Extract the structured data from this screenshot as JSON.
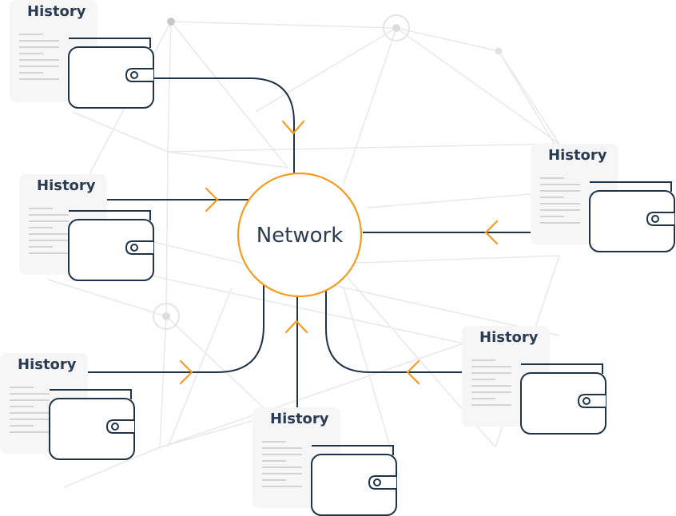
{
  "center": {
    "label": "Network"
  },
  "wallets": [
    {
      "id": "top-left",
      "label": "History",
      "direction": "to-network"
    },
    {
      "id": "mid-left",
      "label": "History",
      "direction": "to-network"
    },
    {
      "id": "bottom-left",
      "label": "History",
      "direction": "from-network"
    },
    {
      "id": "bottom-center",
      "label": "History",
      "direction": "from-network"
    },
    {
      "id": "bottom-right",
      "label": "History",
      "direction": "from-network"
    },
    {
      "id": "right",
      "label": "History",
      "direction": "from-network"
    }
  ],
  "colors": {
    "accent": "#f39c1f",
    "line": "#1f3349",
    "background_network": "#e6e6e6",
    "card": "#f6f6f6"
  }
}
